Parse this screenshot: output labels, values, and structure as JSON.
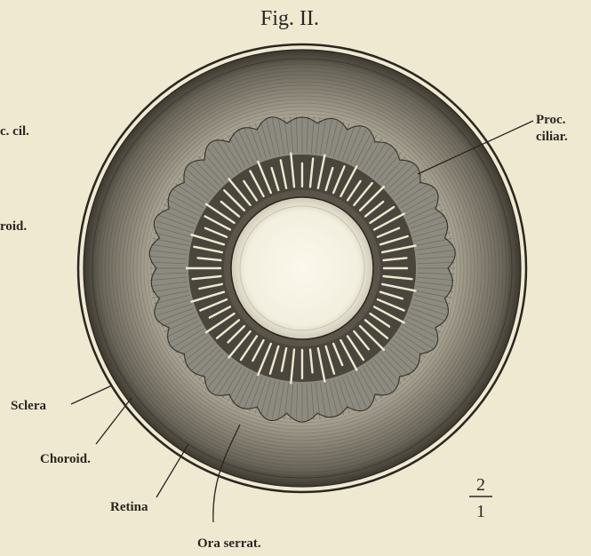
{
  "figure": {
    "title": "Fig. II.",
    "scale_numerator": "2",
    "scale_denominator": "1"
  },
  "labels": {
    "proc_cil_partial": "c. cil.",
    "choroid_partial": "roid.",
    "proc_ciliar_line1": "Proc.",
    "proc_ciliar_line2": "ciliar.",
    "sclera": "Sclera",
    "choroid": "Choroid.",
    "retina": "Retina",
    "ora_serrat": "Ora serrat."
  },
  "colors": {
    "paper": "#efe9d2",
    "ink": "#2a2620",
    "sclera_shade": "#4a463c",
    "ciliary_zone": "#8d8a80",
    "retina_zone": "#b9b5a5",
    "lens": "#f6f2e2"
  }
}
